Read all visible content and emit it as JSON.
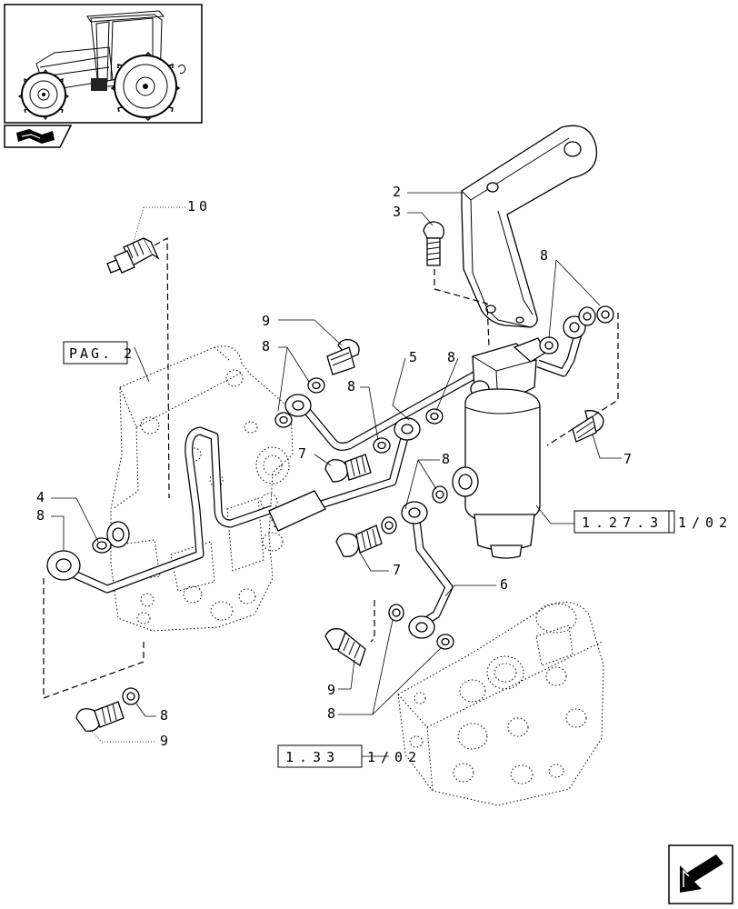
{
  "page_ref": "PAG. 2",
  "refs": {
    "ref_top": "1.27.3",
    "ref_top_suffix": "1/02",
    "ref_bottom": "1.33",
    "ref_bottom_suffix": "1/02"
  },
  "callouts": [
    {
      "id": "c10",
      "text": "10"
    },
    {
      "id": "c2",
      "text": "2"
    },
    {
      "id": "c3",
      "text": "3"
    },
    {
      "id": "c8a",
      "text": "8"
    },
    {
      "id": "c9a",
      "text": "9"
    },
    {
      "id": "c8b",
      "text": "8"
    },
    {
      "id": "c5",
      "text": "5"
    },
    {
      "id": "c8c",
      "text": "8"
    },
    {
      "id": "c8d",
      "text": "8"
    },
    {
      "id": "c7a",
      "text": "7"
    },
    {
      "id": "c7b",
      "text": "7"
    },
    {
      "id": "c8e",
      "text": "8"
    },
    {
      "id": "c4",
      "text": "4"
    },
    {
      "id": "c8f",
      "text": "8"
    },
    {
      "id": "c7c",
      "text": "7"
    },
    {
      "id": "c6",
      "text": "6"
    },
    {
      "id": "c9b",
      "text": "9"
    },
    {
      "id": "c8g",
      "text": "8"
    },
    {
      "id": "c8h",
      "text": "8"
    },
    {
      "id": "c9c",
      "text": "9"
    }
  ],
  "icons": {
    "thumbnail": "tractor-thumbnail-icon",
    "section": "section-book-icon",
    "nav": "next-page-arrow-icon"
  }
}
